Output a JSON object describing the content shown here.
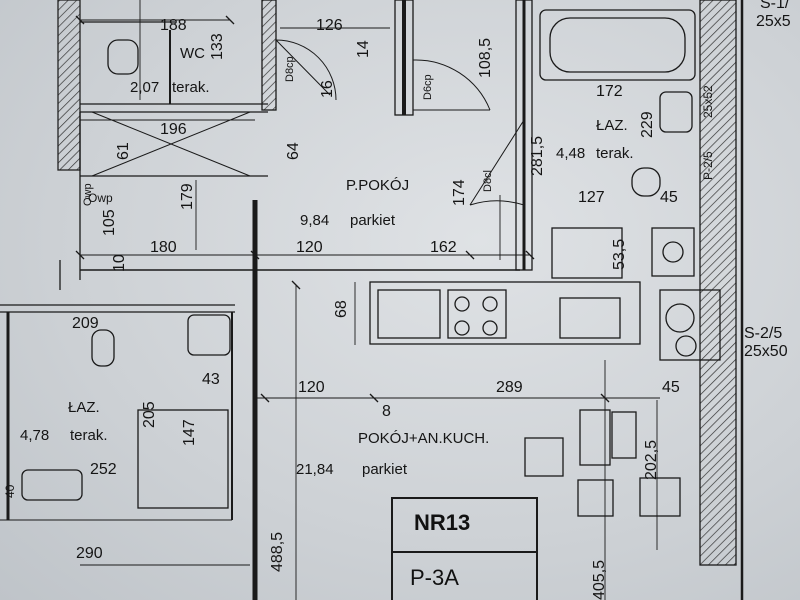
{
  "rooms": {
    "wc_top": {
      "name": "WC",
      "area": "2,07",
      "finish": "terak."
    },
    "hall": {
      "name": "P.POKÓJ",
      "area": "9,84",
      "finish": "parkiet"
    },
    "bath_right": {
      "name": "ŁAZ.",
      "area": "4,48",
      "finish": "terak."
    },
    "bath_left": {
      "name": "ŁAZ.",
      "area": "4,78",
      "finish": "terak."
    },
    "living": {
      "name": "POKÓJ+AN.KUCH.",
      "area": "21,84",
      "finish": "parkiet"
    }
  },
  "dims": {
    "d188": "188",
    "d126": "126",
    "d133": "133",
    "d14": "14",
    "d16": "16",
    "d1085": "108,5",
    "d172": "172",
    "d229": "229",
    "d2815": "281,5",
    "d196": "196",
    "d61": "61",
    "d64": "64",
    "d179": "179",
    "d105": "105",
    "d10": "10",
    "d180": "180",
    "d120a": "120",
    "d162": "162",
    "d174": "174",
    "d127": "127",
    "d45a": "45",
    "d535": "53,5",
    "d68": "68",
    "d209": "209",
    "d43": "43",
    "d205": "205",
    "d147": "147",
    "d252": "252",
    "d120b": "120",
    "d289": "289",
    "d45b": "45",
    "d8": "8",
    "d2025": "202,5",
    "d4885": "488,5",
    "d4055": "405,5",
    "d290": "290",
    "d40": "40"
  },
  "codes": {
    "d8cp_a": "D8cp",
    "d6cp": "D6cp",
    "d8cl": "D8cl",
    "owp": "Owp",
    "p25": "P-2/5",
    "dim25x52": "25x52",
    "s17": "S-1/",
    "dim25x5top": "25x5",
    "s25": "S-2/5",
    "dim25x50": "25x50"
  },
  "titleblock": {
    "unit": "NR13",
    "type": "P-3A"
  },
  "colors": {
    "ink": "#141414",
    "paper": "#d6d9dc"
  }
}
